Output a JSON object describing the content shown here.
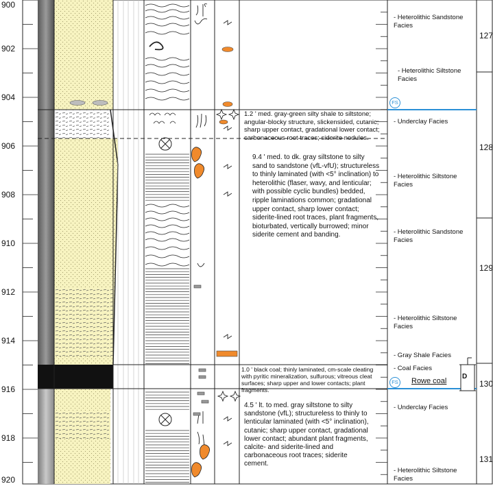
{
  "depth_scale": {
    "labels": [
      "900",
      "902",
      "904",
      "906",
      "908",
      "910",
      "912",
      "914",
      "916",
      "918",
      "920"
    ]
  },
  "descriptions": [
    {
      "lines": [
        "1.2 ' med. gray-green silty shale to siltstone;",
        "angular-blocky structure, slickensided, cutanic;",
        "sharp upper contact, gradational lower contact;",
        "carbonaceous root traces; siderite nodules."
      ]
    },
    {
      "lines": [
        "9.4 '  med. to dk. gray siltstone to silty",
        "sand to sandstone (vfL-vfU); structureless",
        "to thinly laminated (with <5° inclination) to",
        "heterolithic (flaser, wavy, and lenticular;",
        "with possible cyclic bundles) bedded,",
        "ripple laminations common; gradational",
        "upper contact, sharp lower contact;",
        "siderite-lined root traces, plant fragments,",
        "bioturbated, vertically burrowed; minor",
        "siderite cement and banding."
      ]
    },
    {
      "lines": [
        "1.0 ' black coal; thinly laminated, cm-scale cleating",
        "with pyritic mineralization, sulfurous; vitreous cleat",
        "surfaces; sharp upper and lower contacts; plant",
        "fragments."
      ]
    },
    {
      "lines": [
        "4.5 '  lt. to med. gray siltstone to silty",
        "sandstone (vfL); structureless to thinly to",
        "lenticular laminated (with <5° inclination),",
        "cutanic; sharp upper contact, gradational",
        "lower contact; abundant plant fragments,",
        "calcite- and siderite-lined and",
        "carbonaceous root traces; siderite",
        "cement."
      ]
    }
  ],
  "facies": [
    [
      "- Heterolithic Sandstone",
      "Facies"
    ],
    [
      "- Heterolithic Siltstone",
      "Facies"
    ],
    [
      "- Underclay Facies"
    ],
    [
      "- Heterolithic Siltstone",
      "Facies"
    ],
    [
      "- Heterolithic Sandstone",
      "Facies"
    ],
    [
      "- Heterolithic Siltstone",
      "Facies"
    ],
    [
      "- Gray Shale Facies"
    ],
    [
      "- Coal Facies"
    ],
    [
      "- Underclay Facies"
    ],
    [
      "- Heterolithic Siltstone",
      "Facies"
    ]
  ],
  "core_boxes": [
    "127",
    "128",
    "129",
    "130",
    "131"
  ],
  "flooding_surface_label": "FS",
  "coal_name": "Rowe coal",
  "sample_label": "D",
  "colors": {
    "sand_fill": "#f7f3c0",
    "coal": "#111111",
    "siderite": "#f08a2c",
    "flooding_surface": "#2a8fd6",
    "gamma_dark": "#2a2a2a",
    "gamma_light": "#c8c8c8"
  }
}
